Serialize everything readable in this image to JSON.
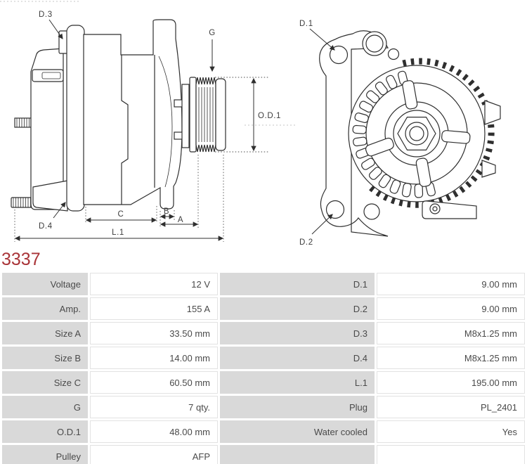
{
  "part_number": "3337",
  "colors": {
    "accent": "#a93438",
    "table_label_bg": "#d9d9d9",
    "line_art": "#2f2f2f"
  },
  "diagrams": {
    "side_view": {
      "labels": {
        "D3": "D.3",
        "D4": "D.4",
        "G": "G",
        "OD1": "O.D.1",
        "A": "A",
        "B": "B",
        "C": "C",
        "L1": "L.1"
      }
    },
    "front_view": {
      "labels": {
        "D1": "D.1",
        "D2": "D.2"
      }
    }
  },
  "specs": {
    "rows": [
      {
        "c1": "Voltage",
        "c2": "12 V",
        "c3": "D.1",
        "c4": "9.00 mm"
      },
      {
        "c1": "Amp.",
        "c2": "155 A",
        "c3": "D.2",
        "c4": "9.00 mm"
      },
      {
        "c1": "Size A",
        "c2": "33.50 mm",
        "c3": "D.3",
        "c4": "M8x1.25 mm"
      },
      {
        "c1": "Size B",
        "c2": "14.00 mm",
        "c3": "D.4",
        "c4": "M8x1.25 mm"
      },
      {
        "c1": "Size C",
        "c2": "60.50 mm",
        "c3": "L.1",
        "c4": "195.00 mm"
      },
      {
        "c1": "G",
        "c2": "7 qty.",
        "c3": "Plug",
        "c4": "PL_2401"
      },
      {
        "c1": "O.D.1",
        "c2": "48.00 mm",
        "c3": "Water cooled",
        "c4": "Yes"
      },
      {
        "c1": "Pulley",
        "c2": "AFP",
        "c3": "",
        "c4": ""
      }
    ]
  }
}
